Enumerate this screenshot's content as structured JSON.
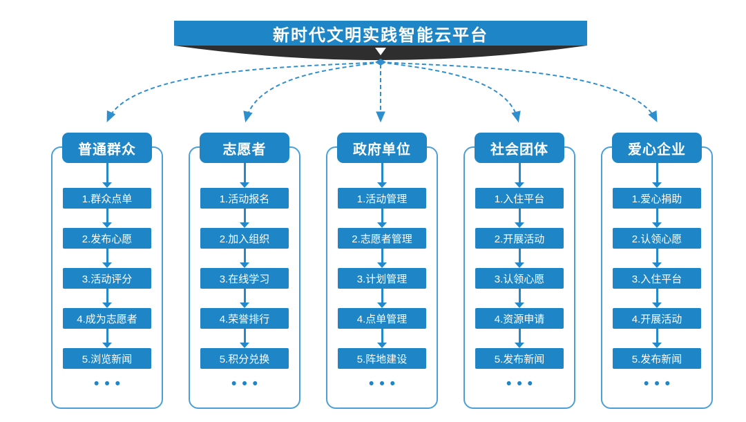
{
  "title": "新时代文明实践智能云平台",
  "colors": {
    "primary_blue": "#1e86c6",
    "outline_blue": "#4a9fd8",
    "dashed_line_blue": "#2e8fcf",
    "swoosh_dark": "#2e2e2e"
  },
  "columns": [
    {
      "header": "普通群众",
      "items": [
        "1.群众点单",
        "2.发布心愿",
        "3.活动评分",
        "4.成为志愿者",
        "5.浏览新闻"
      ],
      "ellipsis": "•••"
    },
    {
      "header": "志愿者",
      "items": [
        "1.活动报名",
        "2.加入组织",
        "3.在线学习",
        "4.荣誉排行",
        "5.积分兑换"
      ],
      "ellipsis": "•••"
    },
    {
      "header": "政府单位",
      "items": [
        "1.活动管理",
        "2.志愿者管理",
        "3.计划管理",
        "4.点单管理",
        "5.阵地建设"
      ],
      "ellipsis": "•••"
    },
    {
      "header": "社会团体",
      "items": [
        "1.入住平台",
        "2.开展活动",
        "3.认领心愿",
        "4.资源申请",
        "5.发布新闻"
      ],
      "ellipsis": "•••"
    },
    {
      "header": "爱心企业",
      "items": [
        "1.爱心捐助",
        "2.认领心愿",
        "3.入住平台",
        "4.开展活动",
        "5.发布新闻"
      ],
      "ellipsis": "•••"
    }
  ]
}
